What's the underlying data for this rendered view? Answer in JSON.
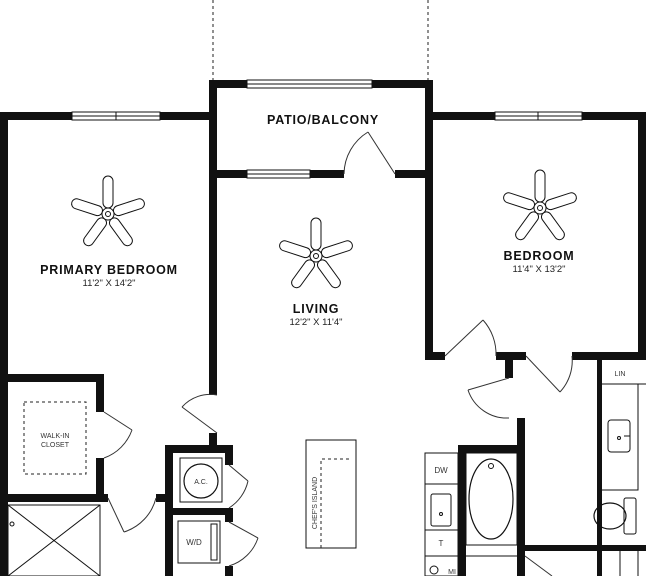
{
  "rooms": {
    "patio": {
      "name": "PATIO/BALCONY"
    },
    "primary_bedroom": {
      "name": "PRIMARY BEDROOM",
      "dims": "11'2\" X 14'2\""
    },
    "living": {
      "name": "LIVING",
      "dims": "12'2\" X 11'4\""
    },
    "bedroom": {
      "name": "BEDROOM",
      "dims": "11'4\" X 13'2\""
    },
    "walk_in_closet": {
      "line1": "WALK-IN",
      "line2": "CLOSET"
    }
  },
  "fixtures": {
    "ac": "A.C.",
    "wd": "W/D",
    "dw": "DW",
    "t": "T",
    "lin": "LIN",
    "island": "CHEF'S ISLAND",
    "mi": "MI"
  },
  "icons": [
    "ceiling-fan-icon",
    "window-icon",
    "door-swing-icon",
    "sink-icon",
    "toilet-icon",
    "bathtub-icon",
    "shower-icon"
  ],
  "colors": {
    "wall": "#111111",
    "background": "#ffffff"
  }
}
